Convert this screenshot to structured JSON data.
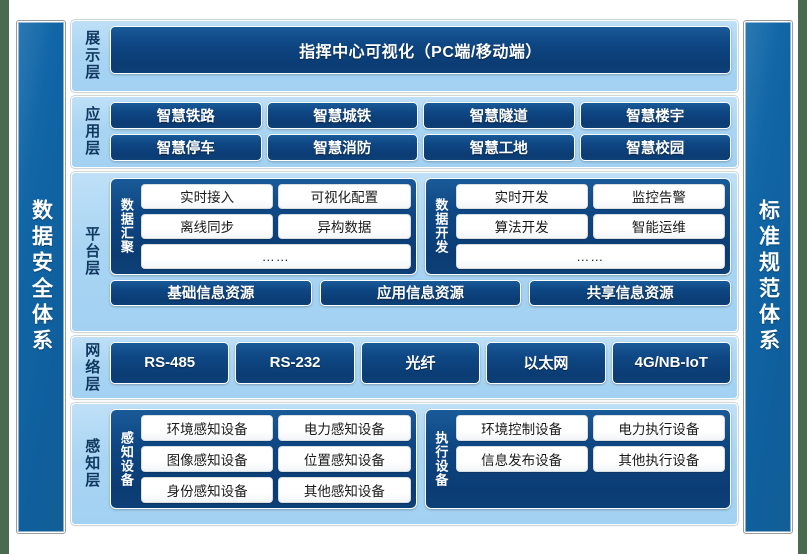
{
  "diagram": {
    "left_bar": {
      "label": "数据安全体系"
    },
    "right_bar": {
      "label": "标准规范体系"
    },
    "layers": {
      "presentation": {
        "name": "展示层",
        "box": "指挥中心可视化（PC端/移动端）"
      },
      "application": {
        "name": "应用层",
        "items": [
          "智慧铁路",
          "智慧城铁",
          "智慧隧道",
          "智慧楼宇",
          "智慧停车",
          "智慧消防",
          "智慧工地",
          "智慧校园"
        ]
      },
      "platform": {
        "name": "平台层",
        "groups": [
          {
            "label": "数据汇聚",
            "row1": [
              "实时接入",
              "可视化配置"
            ],
            "row2": [
              "离线同步",
              "异构数据"
            ],
            "row3": "……"
          },
          {
            "label": "数据开发",
            "row1": [
              "实时开发",
              "监控告警"
            ],
            "row2": [
              "算法开发",
              "智能运维"
            ],
            "row3": "……"
          }
        ],
        "resources": [
          "基础信息资源",
          "应用信息资源",
          "共享信息资源"
        ]
      },
      "network": {
        "name": "网络层",
        "items": [
          "RS-485",
          "RS-232",
          "光纤",
          "以太网",
          "4G/NB-IoT"
        ]
      },
      "sensing": {
        "name": "感知层",
        "groups": [
          {
            "label": "感知设备",
            "row1": [
              "环境感知设备",
              "电力感知设备"
            ],
            "row2": [
              "图像感知设备",
              "位置感知设备"
            ],
            "row3": [
              "身份感知设备",
              "其他感知设备"
            ]
          },
          {
            "label": "执行设备",
            "row1": [
              "环境控制设备",
              "电力执行设备"
            ],
            "row2": [
              "信息发布设备",
              "其他执行设备"
            ]
          }
        ]
      }
    },
    "colors": {
      "page_background": "#4a6b4f",
      "canvas": "#ffffff",
      "sidebar_blue": "#1166a6",
      "band_light_blue": "#a9d5f3",
      "box_dark_blue": "#0e4784",
      "cell_white": "#ffffff",
      "layer_name_text": "#10385f"
    }
  }
}
